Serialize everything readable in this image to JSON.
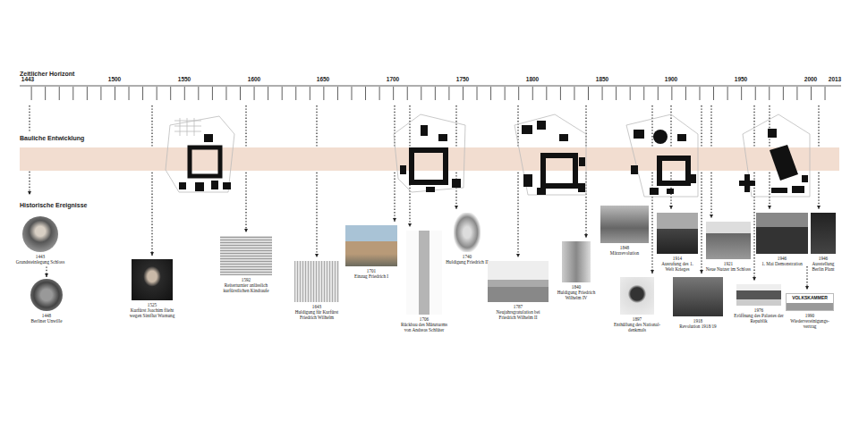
{
  "diagram": {
    "nodes": [
      {
        "text": [
          "1443",
          "Grundsteinlegung Schloss"
        ]
      },
      {
        "text": [
          "1448",
          "Berliner Unwille"
        ]
      },
      {
        "text": [
          "1525",
          "Kurfürst Joachim flieht wegen Sintflut Warnung"
        ]
      },
      {
        "text": [
          "1592",
          "Reiterturnier anlässlich kurfürstlichen Kindtaufe"
        ]
      },
      {
        "text": [
          "1643",
          "Huldigung für Kurfürst Friedrich Wilhelm"
        ]
      },
      {
        "text": [
          "1701",
          "Einzug Friedrich I"
        ]
      },
      {
        "text": [
          "1706",
          "Rückbau des Münzturms von Andreas Schlüter"
        ]
      },
      {
        "text": [
          "1740",
          "Huldigung Friedrich II"
        ]
      },
      {
        "text": [
          "1787",
          "Neujahrsgratulation bei Friedrich Wilhelm II"
        ]
      },
      {
        "text": [
          "1840",
          "Huldigung Friedrich Wilhelm IV"
        ]
      },
      {
        "text": [
          "1848",
          "Märzrevolution"
        ]
      },
      {
        "text": [
          "1897",
          "Enthüllung des National- denkmals"
        ]
      },
      {
        "text": [
          "1914",
          "Ausrufung des 1. Welt Krieges"
        ]
      },
      {
        "text": [
          "1918",
          "Revolution 1918/19"
        ]
      },
      {
        "text": [
          "1921",
          "Neue Nutzer im Schloss"
        ]
      },
      {
        "text": [
          "1946",
          "1. Mai Demonstration"
        ]
      },
      {
        "text": [
          "1976",
          "Eröffnung des Palastes der Republik"
        ]
      },
      {
        "text": [
          "1946",
          "Ausstellung Berlin Plant"
        ]
      },
      {
        "text": [
          "1990",
          "Wiedervereinigungs- vertrag"
        ]
      }
    ],
    "edges": [
      {
        "from": 0,
        "to": 1,
        "arrow": "to"
      }
    ],
    "labels": [
      "Zeitlicher Horizont",
      "1443",
      "1500",
      "1550",
      "1600",
      "1650",
      "1700",
      "1750",
      "1800",
      "1850",
      "1900",
      "1950",
      "2000",
      "2013",
      "Bauliche Entwicklung",
      "Historische Ereignisse",
      "VOLKSKAMMER"
    ]
  }
}
